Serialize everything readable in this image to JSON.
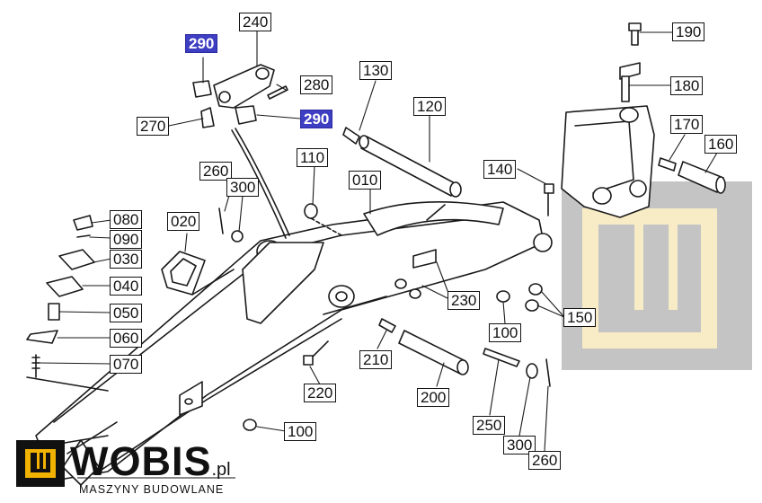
{
  "parts": {
    "p290a": "290",
    "p240": "240",
    "p280": "280",
    "p290b": "290",
    "p270": "270",
    "p130": "130",
    "p120": "120",
    "p190": "190",
    "p180": "180",
    "p170": "170",
    "p160": "160",
    "p140": "140",
    "p110": "110",
    "p010": "010",
    "p260a": "260",
    "p300a": "300",
    "p020": "020",
    "p080": "080",
    "p090": "090",
    "p030": "030",
    "p040": "040",
    "p050": "050",
    "p060": "060",
    "p070": "070",
    "p230": "230",
    "p100a": "100",
    "p150": "150",
    "p210": "210",
    "p220": "220",
    "p200": "200",
    "p250": "250",
    "p300b": "300",
    "p260b": "260",
    "p100b": "100"
  },
  "brand": {
    "name": "WOBIS",
    "tld": ".pl",
    "tagline": "MASZYNY BUDOWLANE"
  },
  "colors": {
    "highlight": "#3e3ec2",
    "watermark": "#f7ecc5",
    "ink": "#1a1a1a"
  }
}
